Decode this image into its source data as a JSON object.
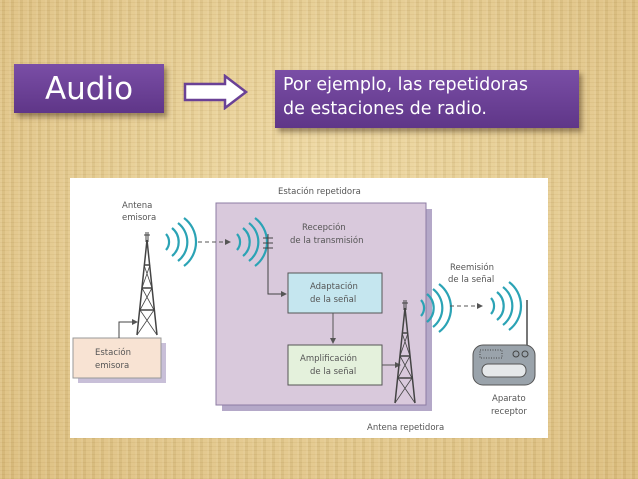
{
  "slide": {
    "title": "Audio",
    "example_line1": "Por ejemplo, las repetidoras",
    "example_line2": "de estaciones de radio."
  },
  "diagram": {
    "repeater_station": "Estación repetidora",
    "emitting_antenna_1": "Antena",
    "emitting_antenna_2": "emisora",
    "reception_1": "Recepción",
    "reception_2": "de la transmisión",
    "adaptation_1": "Adaptación",
    "adaptation_2": "de la señal",
    "amplification_1": "Amplificación",
    "amplification_2": "de la señal",
    "reemission_1": "Reemisión",
    "reemission_2": "de la señal",
    "emitting_station_1": "Estación",
    "emitting_station_2": "emisora",
    "receiver_1": "Aparato",
    "receiver_2": "receptor",
    "repeater_antenna": "Antena repetidora"
  },
  "colors": {
    "purple": "#6a4196",
    "repeater_bg": "#d9c9dc",
    "adapt_bg": "#c5e6ef",
    "amp_bg": "#e4f1dc",
    "station_bg": "#f8e3d3",
    "wave": "#2ba3b5"
  }
}
